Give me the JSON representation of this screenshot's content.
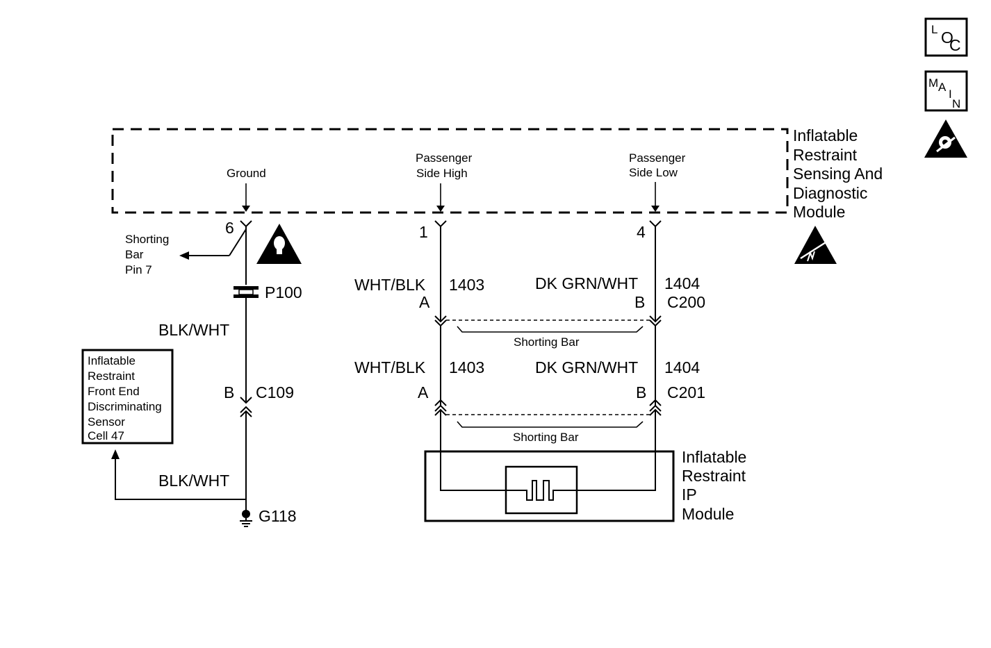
{
  "module_sdm": {
    "lines": [
      "Inflatable",
      "Restraint",
      "Sensing And",
      "Diagnostic",
      "Module"
    ],
    "pin_names": [
      "Ground",
      "Passenger",
      "Side High",
      "Passenger",
      "Side Low"
    ]
  },
  "icons": {
    "loc": [
      "L",
      "O",
      "C"
    ],
    "main": [
      "M",
      "A",
      "I",
      "N"
    ]
  },
  "pins": {
    "ground": "6",
    "high": "1",
    "low": "4"
  },
  "shorting_bar_pin": [
    "Shorting",
    "Bar",
    "Pin 7"
  ],
  "connectors": {
    "p100": "P100",
    "c109_cavity": "B",
    "c109": "C109",
    "c200_a": "A",
    "c200_b": "B",
    "c200": "C200",
    "c201_a": "A",
    "c201_b": "B",
    "c201": "C201",
    "shorting_bar": "Shorting Bar",
    "g118": "G118"
  },
  "wires": {
    "ground_upper": "BLK/WHT",
    "ground_lower": "BLK/WHT",
    "high_color": "WHT/BLK",
    "high_circuit": "1403",
    "low_color": "DK GRN/WHT",
    "low_circuit": "1404"
  },
  "front_sensor": [
    "Inflatable",
    "Restraint",
    "Front End",
    "Discriminating",
    "Sensor",
    "Cell 47"
  ],
  "ip_module": [
    "Inflatable",
    "Restraint",
    "IP",
    "Module"
  ]
}
